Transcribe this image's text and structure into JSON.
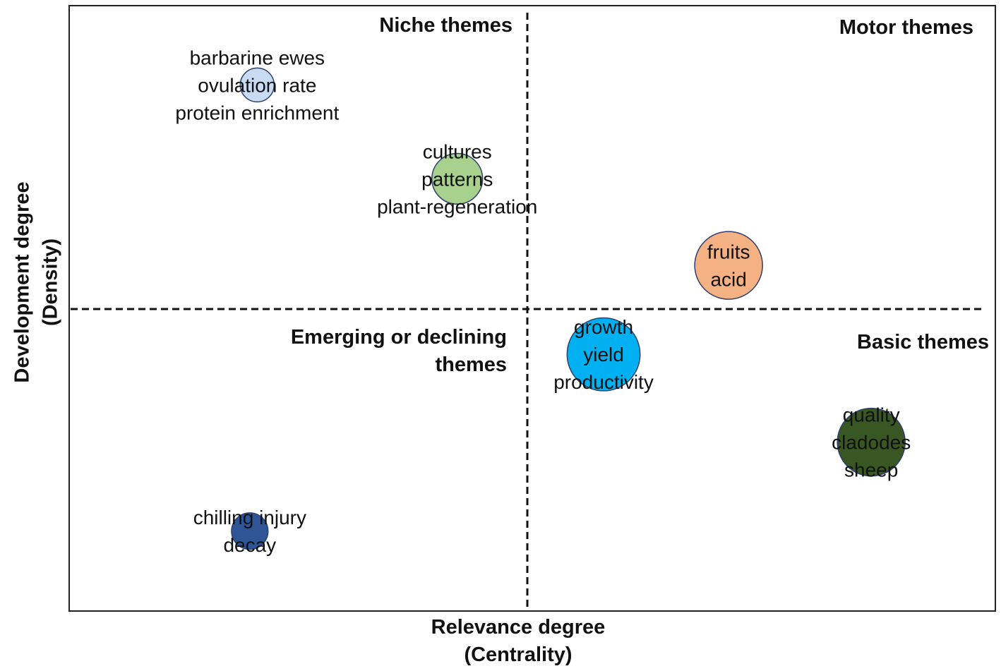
{
  "chart_data": {
    "type": "scatter",
    "subtype": "bubble",
    "xlabel_lines": [
      "Relevance degree",
      "(Centrality)"
    ],
    "ylabel_lines": [
      "Development degree",
      "(Density)"
    ],
    "x_axis_ticks": false,
    "y_axis_ticks": false,
    "grid": false,
    "quadrant_dividers": "dashed",
    "quadrants": [
      {
        "position": "top-left",
        "label_lines": [
          "Niche themes"
        ]
      },
      {
        "position": "top-right",
        "label_lines": [
          "Motor themes"
        ]
      },
      {
        "position": "bottom-left",
        "label_lines": [
          "Emerging or declining",
          "themes"
        ]
      },
      {
        "position": "bottom-right",
        "label_lines": [
          "Basic themes"
        ]
      }
    ],
    "points": [
      {
        "x": 0.203,
        "y": 0.869,
        "size": 0.25,
        "color": "#c9daf3",
        "labels": [
          "barbarine ewes",
          "ovulation rate",
          "protein enrichment"
        ]
      },
      {
        "x": 0.419,
        "y": 0.714,
        "size": 0.56,
        "color": "#a9d18e",
        "labels": [
          "cultures",
          "patterns",
          "plant-regeneration"
        ]
      },
      {
        "x": 0.712,
        "y": 0.571,
        "size": 1.0,
        "color": "#f4b183",
        "labels": [
          "fruits",
          "acid"
        ]
      },
      {
        "x": 0.577,
        "y": 0.424,
        "size": 1.16,
        "color": "#00b0f0",
        "labels": [
          "growth",
          "yield",
          "productivity"
        ]
      },
      {
        "x": 0.866,
        "y": 0.279,
        "size": 1.0,
        "color": "#385723",
        "labels": [
          "quality",
          "cladodes",
          "sheep"
        ]
      },
      {
        "x": 0.195,
        "y": 0.132,
        "size": 0.29,
        "color": "#2f5597",
        "labels": [
          "chilling injury",
          "decay"
        ]
      }
    ]
  }
}
